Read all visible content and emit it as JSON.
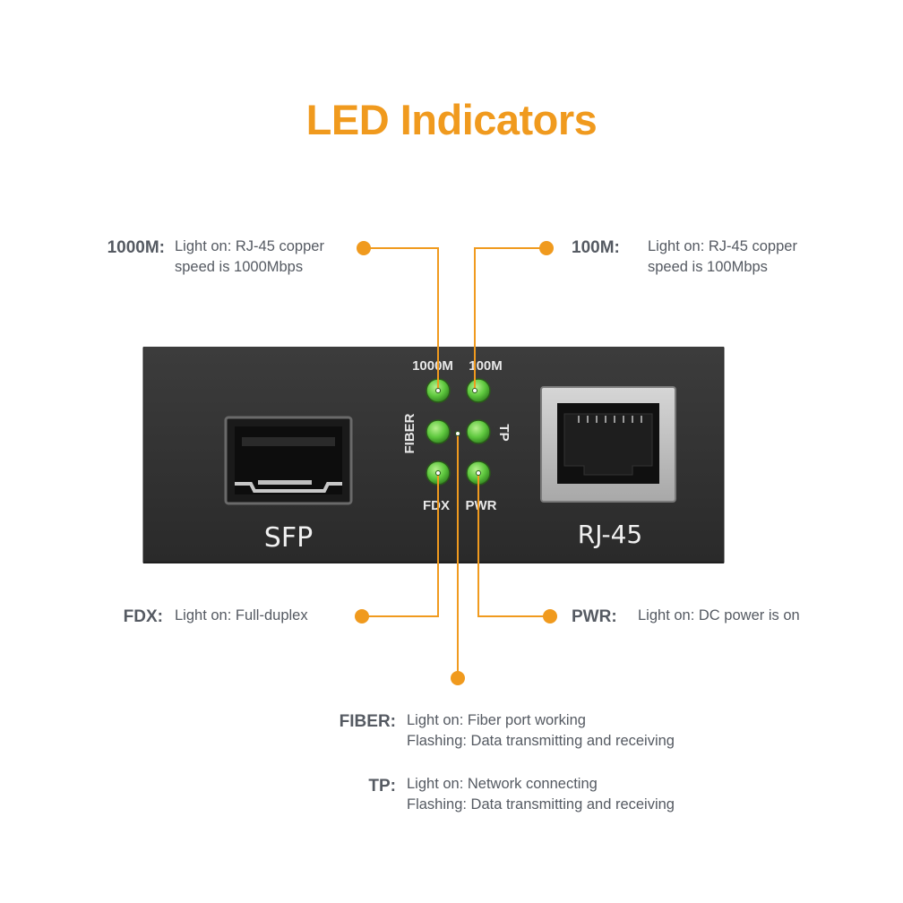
{
  "title": "LED Indicators",
  "colors": {
    "accent": "#f09a1e",
    "label_text": "#555a62",
    "device_body": "#333333",
    "led": "#5ec83e"
  },
  "device": {
    "led_labels": {
      "l1000m": "1000M",
      "l100m": "100M",
      "fiber": "FIBER",
      "tp": "TP",
      "fdx": "FDX",
      "pwr": "PWR"
    },
    "port_sfp": "SFP",
    "port_rj45": "RJ-45"
  },
  "annotations": {
    "m1000": {
      "label": "1000M:",
      "desc": [
        "Light on: RJ-45 copper",
        "speed is 1000Mbps"
      ]
    },
    "m100": {
      "label": "100M:",
      "desc": [
        "Light on: RJ-45 copper",
        "speed is 100Mbps"
      ]
    },
    "fdx": {
      "label": "FDX:",
      "desc": [
        "Light on: Full-duplex"
      ]
    },
    "pwr": {
      "label": "PWR:",
      "desc": [
        "Light on: DC power is on"
      ]
    },
    "fiber": {
      "label": "FIBER:",
      "desc": [
        "Light on: Fiber port working",
        "Flashing: Data transmitting and receiving"
      ]
    },
    "tp": {
      "label": "TP:",
      "desc": [
        "Light on: Network connecting",
        "Flashing: Data transmitting and receiving"
      ]
    }
  }
}
